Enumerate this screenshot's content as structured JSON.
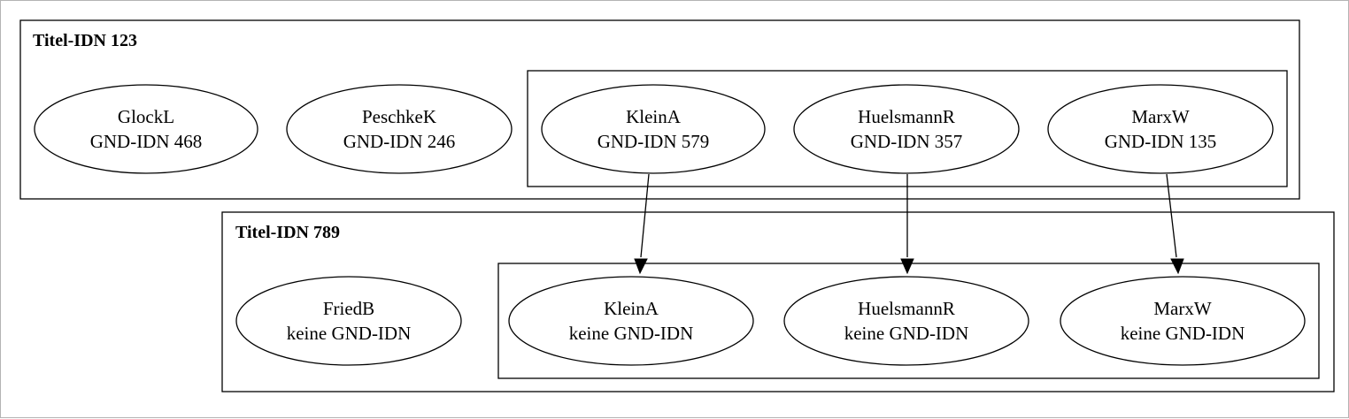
{
  "clusters": {
    "titel123": {
      "title": "Titel-IDN 123"
    },
    "titel789": {
      "title": "Titel-IDN 789"
    }
  },
  "nodes": {
    "glock": {
      "name": "GlockL",
      "id": "GND-IDN 468"
    },
    "peschke": {
      "name": "PeschkeK",
      "id": "GND-IDN 246"
    },
    "klein1": {
      "name": "KleinA",
      "id": "GND-IDN 579"
    },
    "huels1": {
      "name": "HuelsmannR",
      "id": "GND-IDN 357"
    },
    "marx1": {
      "name": "MarxW",
      "id": "GND-IDN 135"
    },
    "fried": {
      "name": "FriedB",
      "id": "keine GND-IDN"
    },
    "klein2": {
      "name": "KleinA",
      "id": "keine GND-IDN"
    },
    "huels2": {
      "name": "HuelsmannR",
      "id": "keine GND-IDN"
    },
    "marx2": {
      "name": "MarxW",
      "id": "keine GND-IDN"
    }
  },
  "edges": [
    {
      "from": "KleinA (GND-IDN 579)",
      "to": "KleinA (keine GND-IDN)"
    },
    {
      "from": "HuelsmannR (GND-IDN 357)",
      "to": "HuelsmannR (keine GND-IDN)"
    },
    {
      "from": "MarxW (GND-IDN 135)",
      "to": "MarxW (keine GND-IDN)"
    }
  ]
}
